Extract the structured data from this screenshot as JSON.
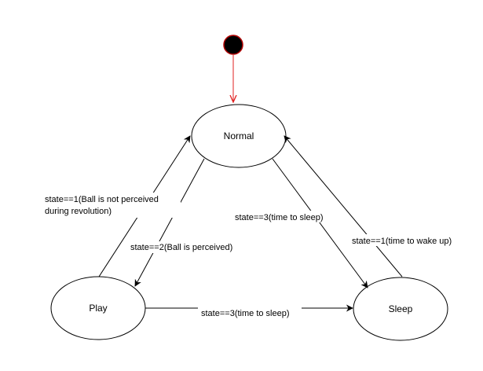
{
  "diagram": {
    "initial_color": "#000000",
    "initial_stroke": "#b20000",
    "initial_arrow_color": "#e02020",
    "states": {
      "normal": {
        "label": "Normal"
      },
      "play": {
        "label": "Play"
      },
      "sleep": {
        "label": "Sleep"
      }
    },
    "transitions": {
      "play_to_normal": {
        "line1": "state==1(Ball is not perceived",
        "line2": "during revolution)"
      },
      "normal_to_play": {
        "label": "state==2(Ball is perceived)"
      },
      "normal_to_sleep": {
        "label": "state==3(time to sleep)"
      },
      "sleep_to_normal": {
        "label": "state==1(time to wake up)"
      },
      "play_to_sleep": {
        "label": "state==3(time to sleep)"
      }
    }
  }
}
